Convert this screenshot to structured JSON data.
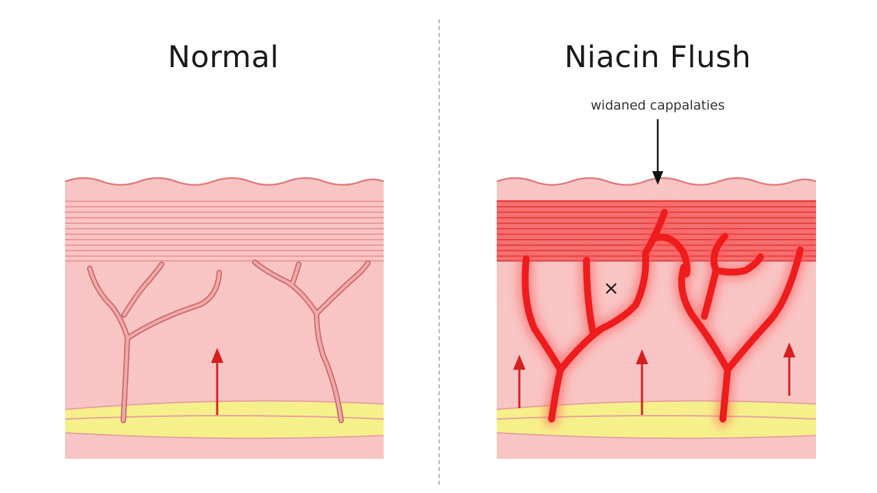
{
  "panels": {
    "normal": {
      "title": "Normal"
    },
    "flush": {
      "title": "Niacin Flush",
      "annotation": "widaned cappalaties",
      "marker": "×"
    }
  },
  "colors": {
    "skin": "#f9c4c4",
    "skin_line": "#e07a7a",
    "fat_layer": "#f6f08a",
    "normal_vessel": "#d98585",
    "dilated_vessel": "#ee1c1c",
    "arrow": "#d61f1f",
    "annotation_arrow": "#111111"
  },
  "icons": [
    "up-arrow-icon",
    "down-arrow-icon",
    "x-mark-icon"
  ]
}
